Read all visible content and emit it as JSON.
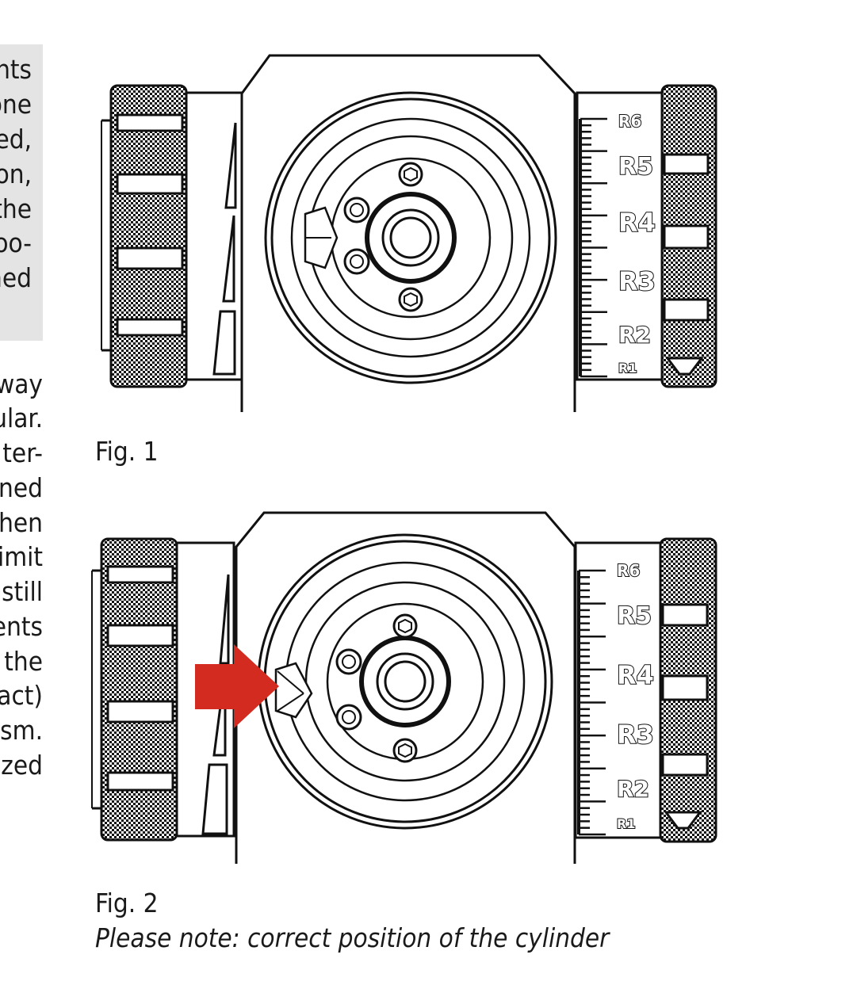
{
  "sidebar_box": {
    "lines": [
      "nts",
      "one",
      "ed,",
      "on,",
      "the",
      "oo-",
      "ned"
    ]
  },
  "body_text": {
    "lines": [
      "way",
      "ular.",
      "ter-",
      "ned",
      "hen",
      "imit",
      "still",
      "ents",
      "the",
      "act)",
      "sm.",
      "zed"
    ]
  },
  "figures": [
    {
      "caption": "Fig. 1",
      "scale_labels": [
        "R6",
        "R5",
        "R4",
        "R3",
        "R2",
        "R1"
      ]
    },
    {
      "caption": "Fig. 2",
      "note": "Please note: correct position of the cylinder",
      "scale_labels": [
        "R6",
        "R5",
        "R4",
        "R3",
        "R2",
        "R1"
      ],
      "arrow_color": "#d42b20"
    }
  ],
  "colors": {
    "ink": "#111111",
    "shaded_box": "#e4e4e4",
    "arrow": "#d42b20"
  }
}
